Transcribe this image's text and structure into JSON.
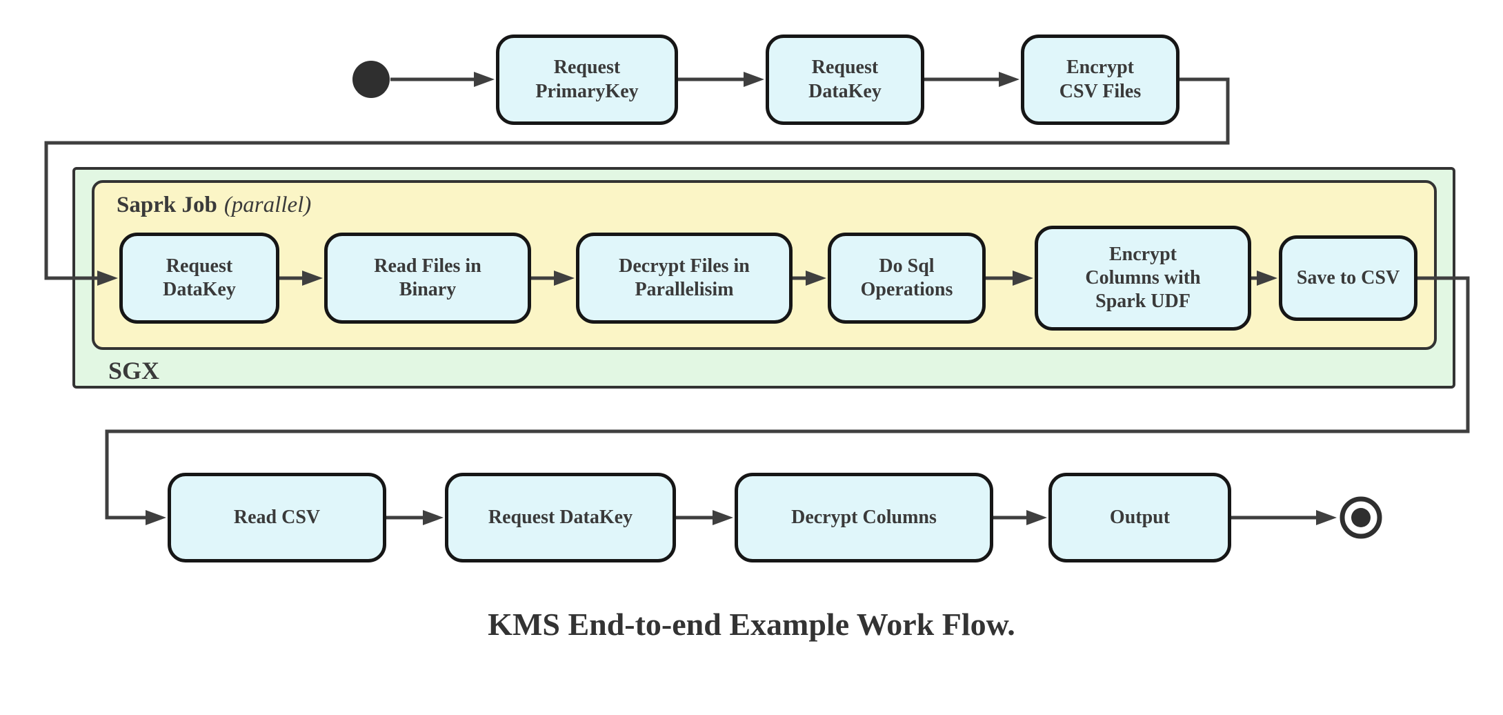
{
  "diagram": {
    "caption": "KMS End-to-end Example Work Flow.",
    "colors": {
      "node_fill": "#e0f6fa",
      "spark_container_fill": "#fbf5c6",
      "sgx_container_fill": "#e2f7e3",
      "border": "#161616",
      "container_border": "#333333",
      "connector": "#3f3f3f",
      "text": "#3a3a3a"
    },
    "markers": {
      "start": "start-state",
      "end": "end-state"
    },
    "top_flow": {
      "nodes": [
        {
          "label": "Request PrimaryKey",
          "lines": [
            "Request",
            "PrimaryKey"
          ]
        },
        {
          "label": "Request DataKey",
          "lines": [
            "Request",
            "DataKey"
          ]
        },
        {
          "label": "Encrypt CSV Files",
          "lines": [
            "Encrypt",
            "CSV Files"
          ]
        }
      ]
    },
    "sgx": {
      "label": "SGX"
    },
    "spark_job": {
      "title": "Saprk Job",
      "title_annotation": "(parallel)",
      "nodes": [
        {
          "label": "Request DataKey",
          "lines": [
            "Request",
            "DataKey"
          ]
        },
        {
          "label": "Read Files in Binary",
          "lines": [
            "Read Files in",
            "Binary"
          ]
        },
        {
          "label": "Decrypt Files in Parallelisim",
          "lines": [
            "Decrypt Files in",
            "Parallelisim"
          ]
        },
        {
          "label": "Do Sql Operations",
          "lines": [
            "Do Sql",
            "Operations"
          ]
        },
        {
          "label": "Encrypt Columns with Spark UDF",
          "lines": [
            "Encrypt",
            "Columns with",
            "Spark UDF"
          ]
        },
        {
          "label": "Save to CSV",
          "lines": [
            "Save to CSV"
          ]
        }
      ]
    },
    "bottom_flow": {
      "nodes": [
        {
          "label": "Read CSV",
          "lines": [
            "Read CSV"
          ]
        },
        {
          "label": "Request DataKey",
          "lines": [
            "Request DataKey"
          ]
        },
        {
          "label": "Decrypt Columns",
          "lines": [
            "Decrypt Columns"
          ]
        },
        {
          "label": "Output",
          "lines": [
            "Output"
          ]
        }
      ]
    }
  }
}
